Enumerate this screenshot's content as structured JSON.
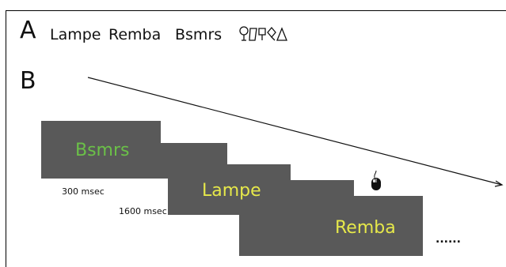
{
  "panel_a": {
    "label": "A",
    "stimuli": [
      "Lampe",
      "Remba",
      "Bsmrs"
    ],
    "symbol_string_icon": "pseudo-letter-symbols"
  },
  "panel_b": {
    "label": "B",
    "screens": [
      {
        "word": "Bsmrs",
        "color": "#6bc048"
      },
      {
        "word": "Lampe",
        "color": "#e6e84a"
      },
      {
        "word": "Remba",
        "color": "#e6e84a"
      }
    ],
    "screen_color": "#595959",
    "durations": [
      "300 msec",
      "1600 msec"
    ],
    "response_icon": "computer-mouse-icon",
    "continuation": "......"
  }
}
